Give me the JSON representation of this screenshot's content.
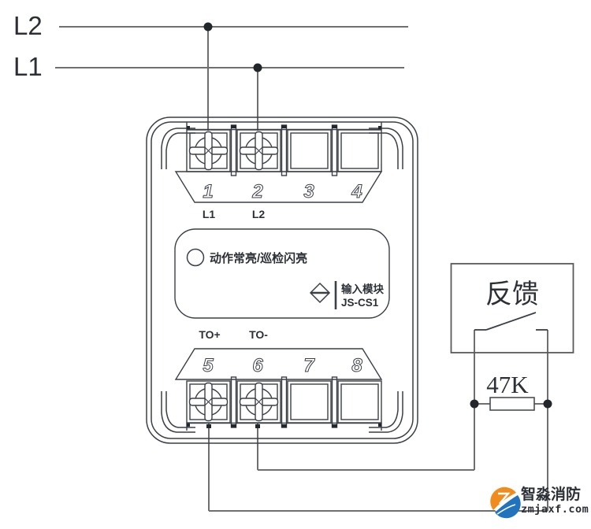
{
  "buses": {
    "top_label": "L2",
    "bottom_label": "L1"
  },
  "module": {
    "top_numbers": [
      "1",
      "2",
      "3",
      "4"
    ],
    "top_sublabels": [
      "L1",
      "L2"
    ],
    "bottom_numbers": [
      "5",
      "6",
      "7",
      "8"
    ],
    "bottom_sublabels": [
      "TO+",
      "TO-"
    ],
    "led_label": "动作常亮/巡检闪亮",
    "model_name": "输入模块",
    "model_code": "JS-CS1"
  },
  "feedback": {
    "label": "反馈"
  },
  "resistor": {
    "value": "47K"
  },
  "logo": {
    "brand": "智淼消防",
    "site": "zmjaxf.com",
    "brand_color": "#a8392b",
    "site_color": "#8e2d20",
    "orange": "#f08c1e",
    "blue": "#2273bd"
  }
}
